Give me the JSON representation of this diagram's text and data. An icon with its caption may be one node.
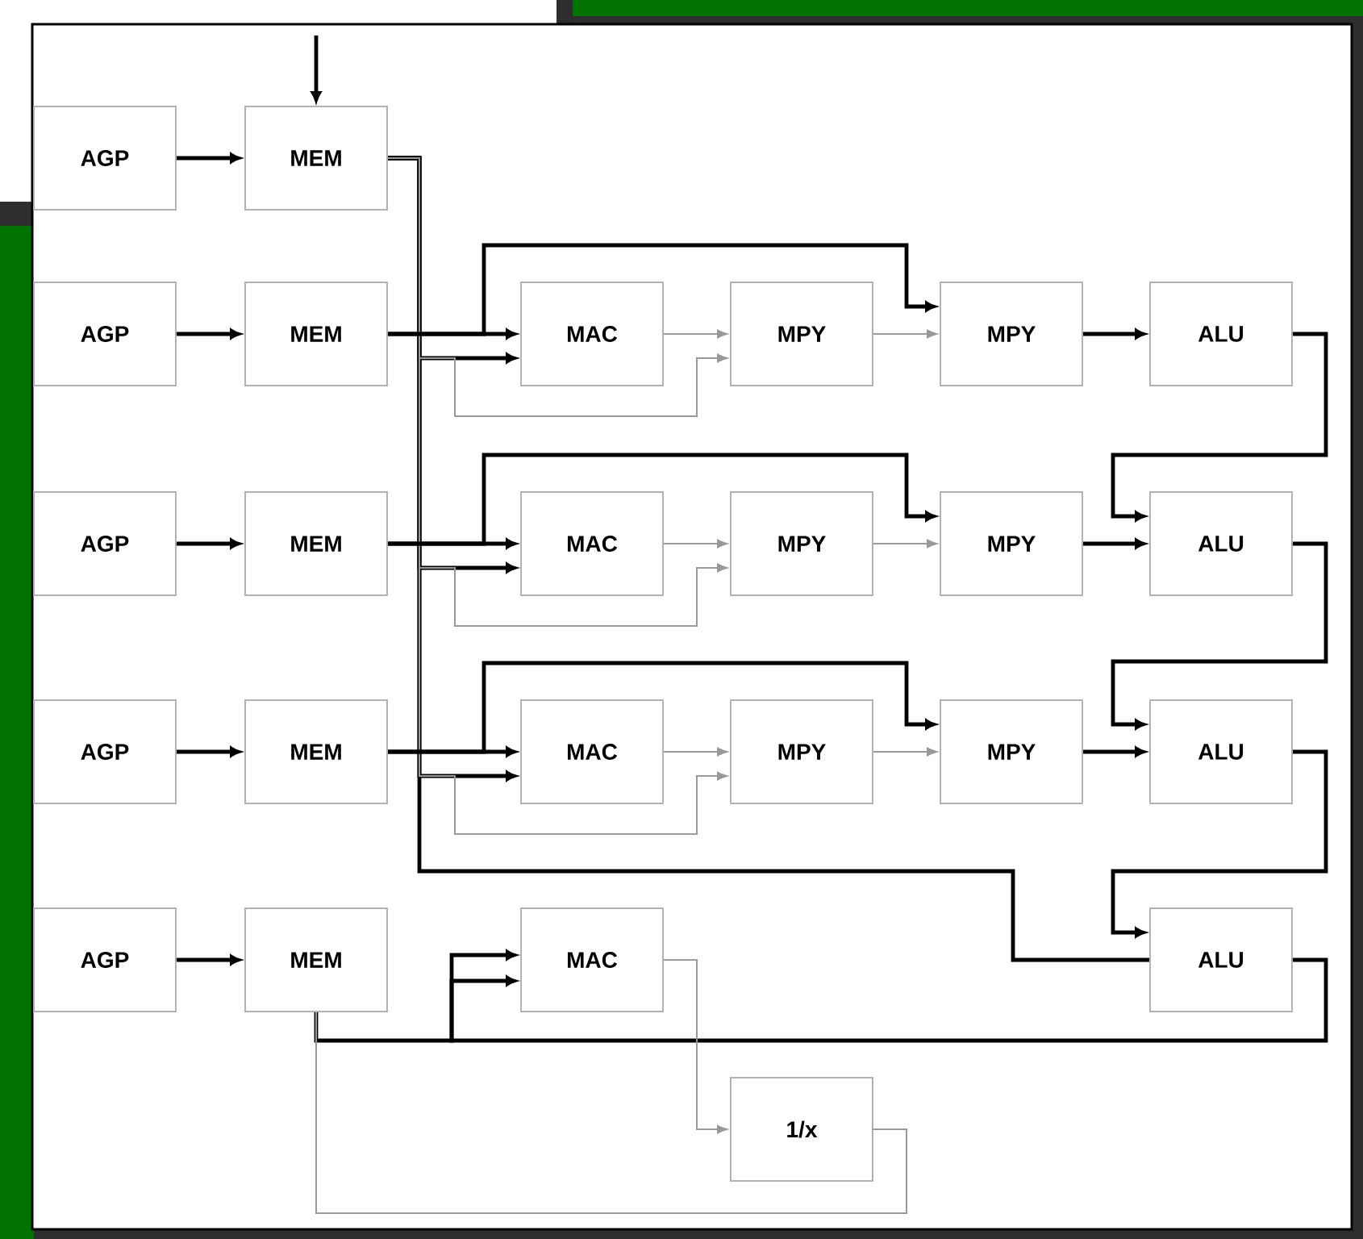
{
  "diagram": {
    "nodes": [
      {
        "text": [
          "AGP"
        ]
      },
      {
        "text": [
          "MEM"
        ]
      },
      {
        "text": [
          "AGP"
        ]
      },
      {
        "text": [
          "MEM"
        ]
      },
      {
        "text": [
          "MAC"
        ]
      },
      {
        "text": [
          "MPY"
        ]
      },
      {
        "text": [
          "MPY"
        ]
      },
      {
        "text": [
          "ALU"
        ]
      },
      {
        "text": [
          "AGP"
        ]
      },
      {
        "text": [
          "MEM"
        ]
      },
      {
        "text": [
          "MAC"
        ]
      },
      {
        "text": [
          "MPY"
        ]
      },
      {
        "text": [
          "MPY"
        ]
      },
      {
        "text": [
          "ALU"
        ]
      },
      {
        "text": [
          "AGP"
        ]
      },
      {
        "text": [
          "MEM"
        ]
      },
      {
        "text": [
          "MAC"
        ]
      },
      {
        "text": [
          "MPY"
        ]
      },
      {
        "text": [
          "MPY"
        ]
      },
      {
        "text": [
          "ALU"
        ]
      },
      {
        "text": [
          "AGP"
        ]
      },
      {
        "text": [
          "MEM"
        ]
      },
      {
        "text": [
          "MAC"
        ]
      },
      {
        "text": [
          "ALU"
        ]
      },
      {
        "text": [
          "1/x"
        ]
      }
    ],
    "edges": [
      {
        "from": null,
        "to": 1,
        "arrow": "to"
      },
      {
        "from": 0,
        "to": 1,
        "arrow": "to"
      },
      {
        "from": 2,
        "to": 3,
        "arrow": "to"
      },
      {
        "from": 8,
        "to": 9,
        "arrow": "to"
      },
      {
        "from": 14,
        "to": 15,
        "arrow": "to"
      },
      {
        "from": 20,
        "to": 21,
        "arrow": "to"
      },
      {
        "from": 1,
        "to": 4,
        "arrow": "to"
      },
      {
        "from": 1,
        "to": 10,
        "arrow": "to"
      },
      {
        "from": 1,
        "to": 16,
        "arrow": "to"
      },
      {
        "from": 1,
        "to": 23,
        "arrow": "none"
      },
      {
        "from": 1,
        "to": 5,
        "arrow": "to",
        "color": "#999999"
      },
      {
        "from": 1,
        "to": 11,
        "arrow": "to",
        "color": "#999999"
      },
      {
        "from": 1,
        "to": 17,
        "arrow": "to",
        "color": "#999999"
      },
      {
        "from": 3,
        "to": 4,
        "arrow": "to"
      },
      {
        "from": 3,
        "to": 6,
        "arrow": "to"
      },
      {
        "from": 4,
        "to": 5,
        "arrow": "to",
        "color": "#999999"
      },
      {
        "from": 5,
        "to": 6,
        "arrow": "to",
        "color": "#999999"
      },
      {
        "from": 6,
        "to": 7,
        "arrow": "to"
      },
      {
        "from": 7,
        "to": 13,
        "arrow": "to"
      },
      {
        "from": 9,
        "to": 10,
        "arrow": "to"
      },
      {
        "from": 9,
        "to": 12,
        "arrow": "to"
      },
      {
        "from": 10,
        "to": 11,
        "arrow": "to",
        "color": "#999999"
      },
      {
        "from": 11,
        "to": 12,
        "arrow": "to",
        "color": "#999999"
      },
      {
        "from": 12,
        "to": 13,
        "arrow": "to"
      },
      {
        "from": 13,
        "to": 19,
        "arrow": "to"
      },
      {
        "from": 15,
        "to": 16,
        "arrow": "to"
      },
      {
        "from": 15,
        "to": 18,
        "arrow": "to"
      },
      {
        "from": 16,
        "to": 17,
        "arrow": "to",
        "color": "#999999"
      },
      {
        "from": 17,
        "to": 18,
        "arrow": "to",
        "color": "#999999"
      },
      {
        "from": 18,
        "to": 19,
        "arrow": "to"
      },
      {
        "from": 19,
        "to": 23,
        "arrow": "to"
      },
      {
        "from": 23,
        "to": 22,
        "arrow": "to"
      },
      {
        "from": 21,
        "to": 22,
        "arrow": "to"
      },
      {
        "from": 22,
        "to": 24,
        "arrow": "to",
        "color": "#999999"
      },
      {
        "from": 24,
        "to": 21,
        "arrow": "none",
        "color": "#999999"
      }
    ]
  }
}
